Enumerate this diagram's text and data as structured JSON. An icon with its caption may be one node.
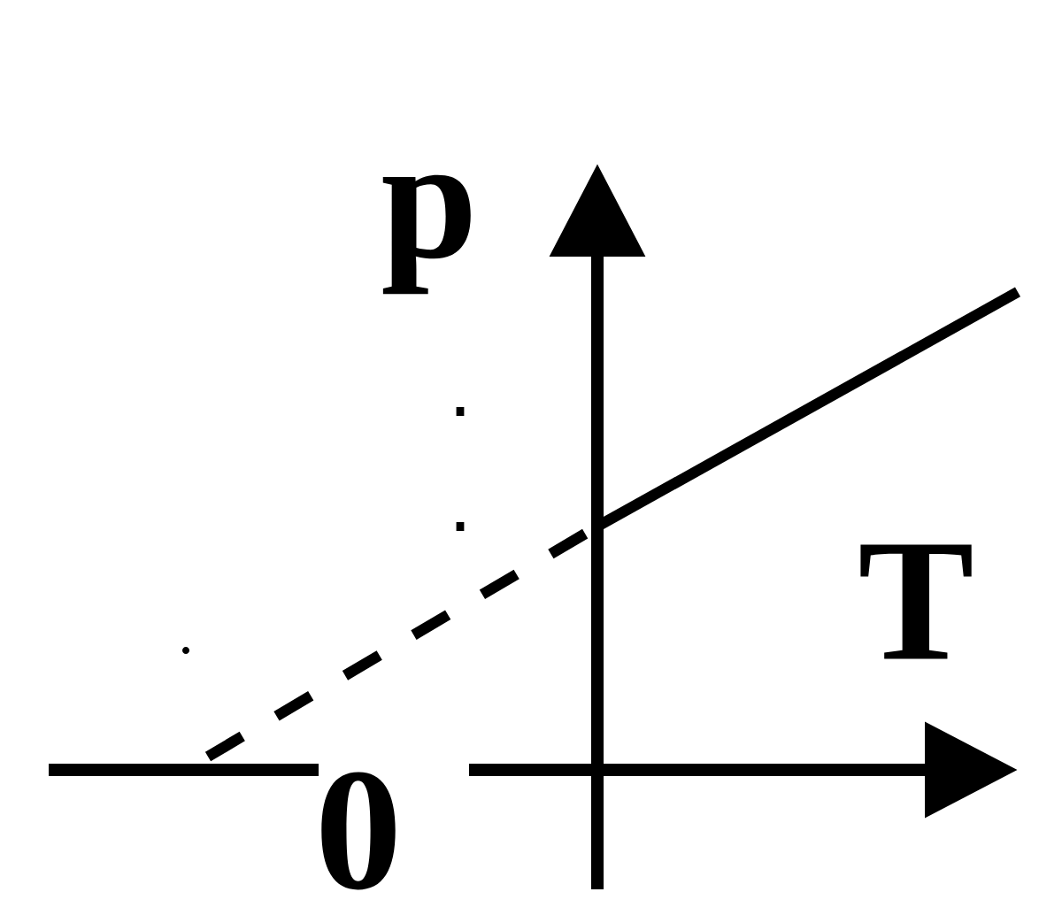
{
  "diagram": {
    "labels": [
      "p",
      "T",
      "0"
    ]
  }
}
